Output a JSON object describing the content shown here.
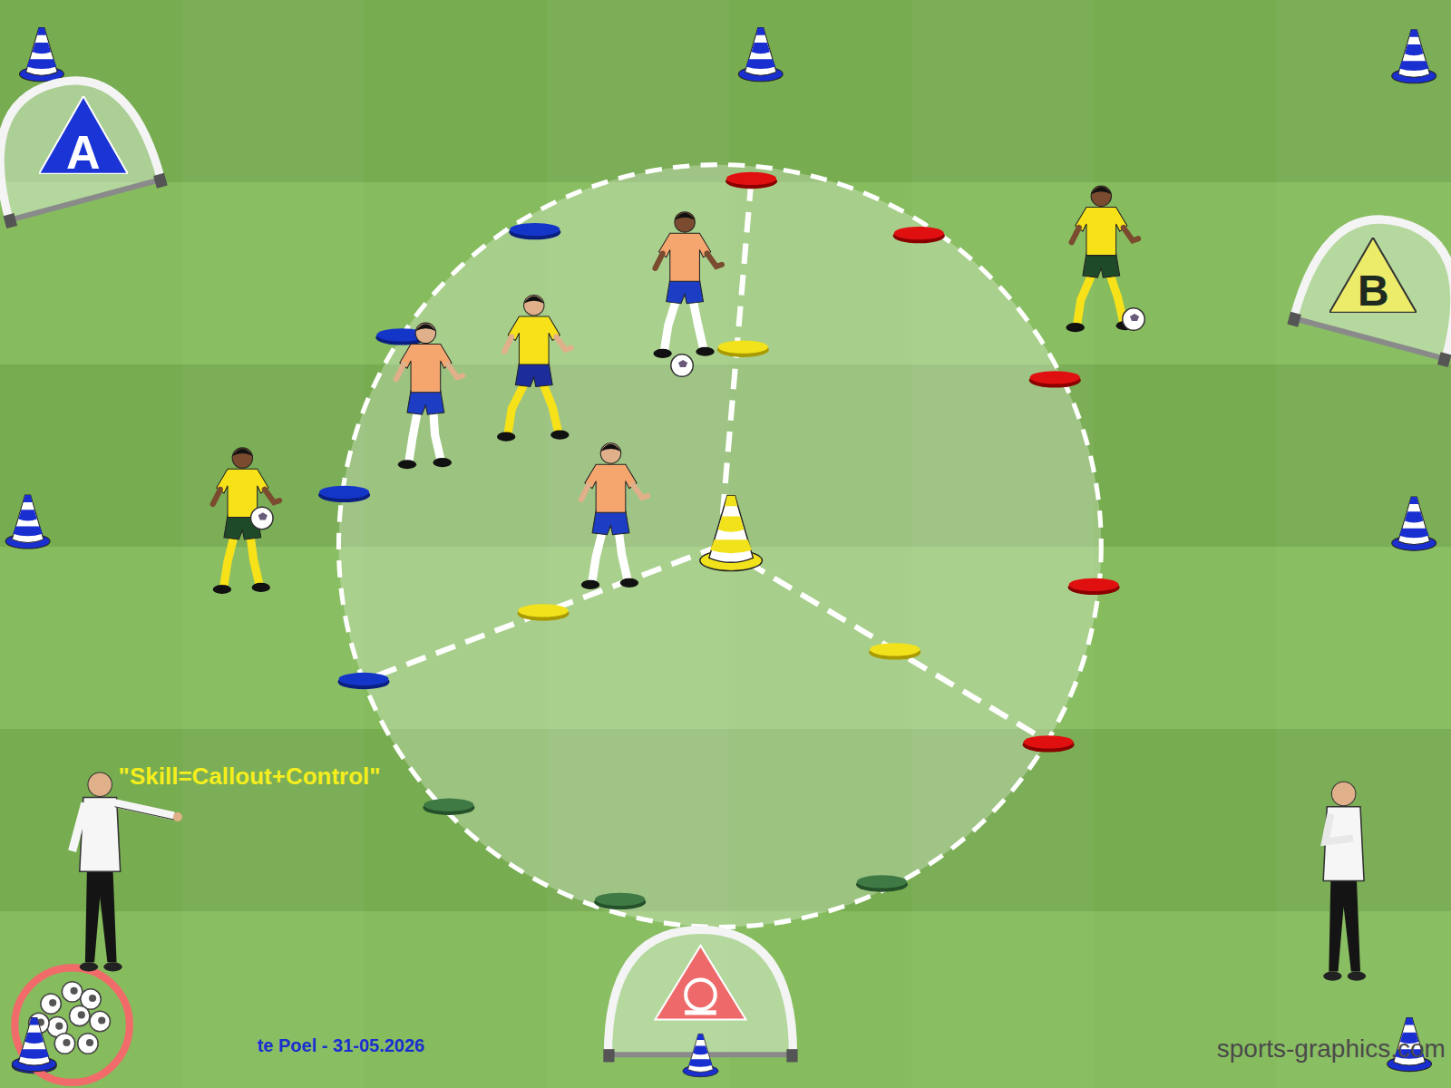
{
  "diagram": {
    "nodes": [
      {
        "text": [
          "A"
        ]
      },
      {
        "text": [
          "B"
        ]
      }
    ],
    "labels": [
      "\"Skill=Callout+Control\"",
      "te Poel - 31-05.2026",
      "sports-graphics.com"
    ]
  }
}
